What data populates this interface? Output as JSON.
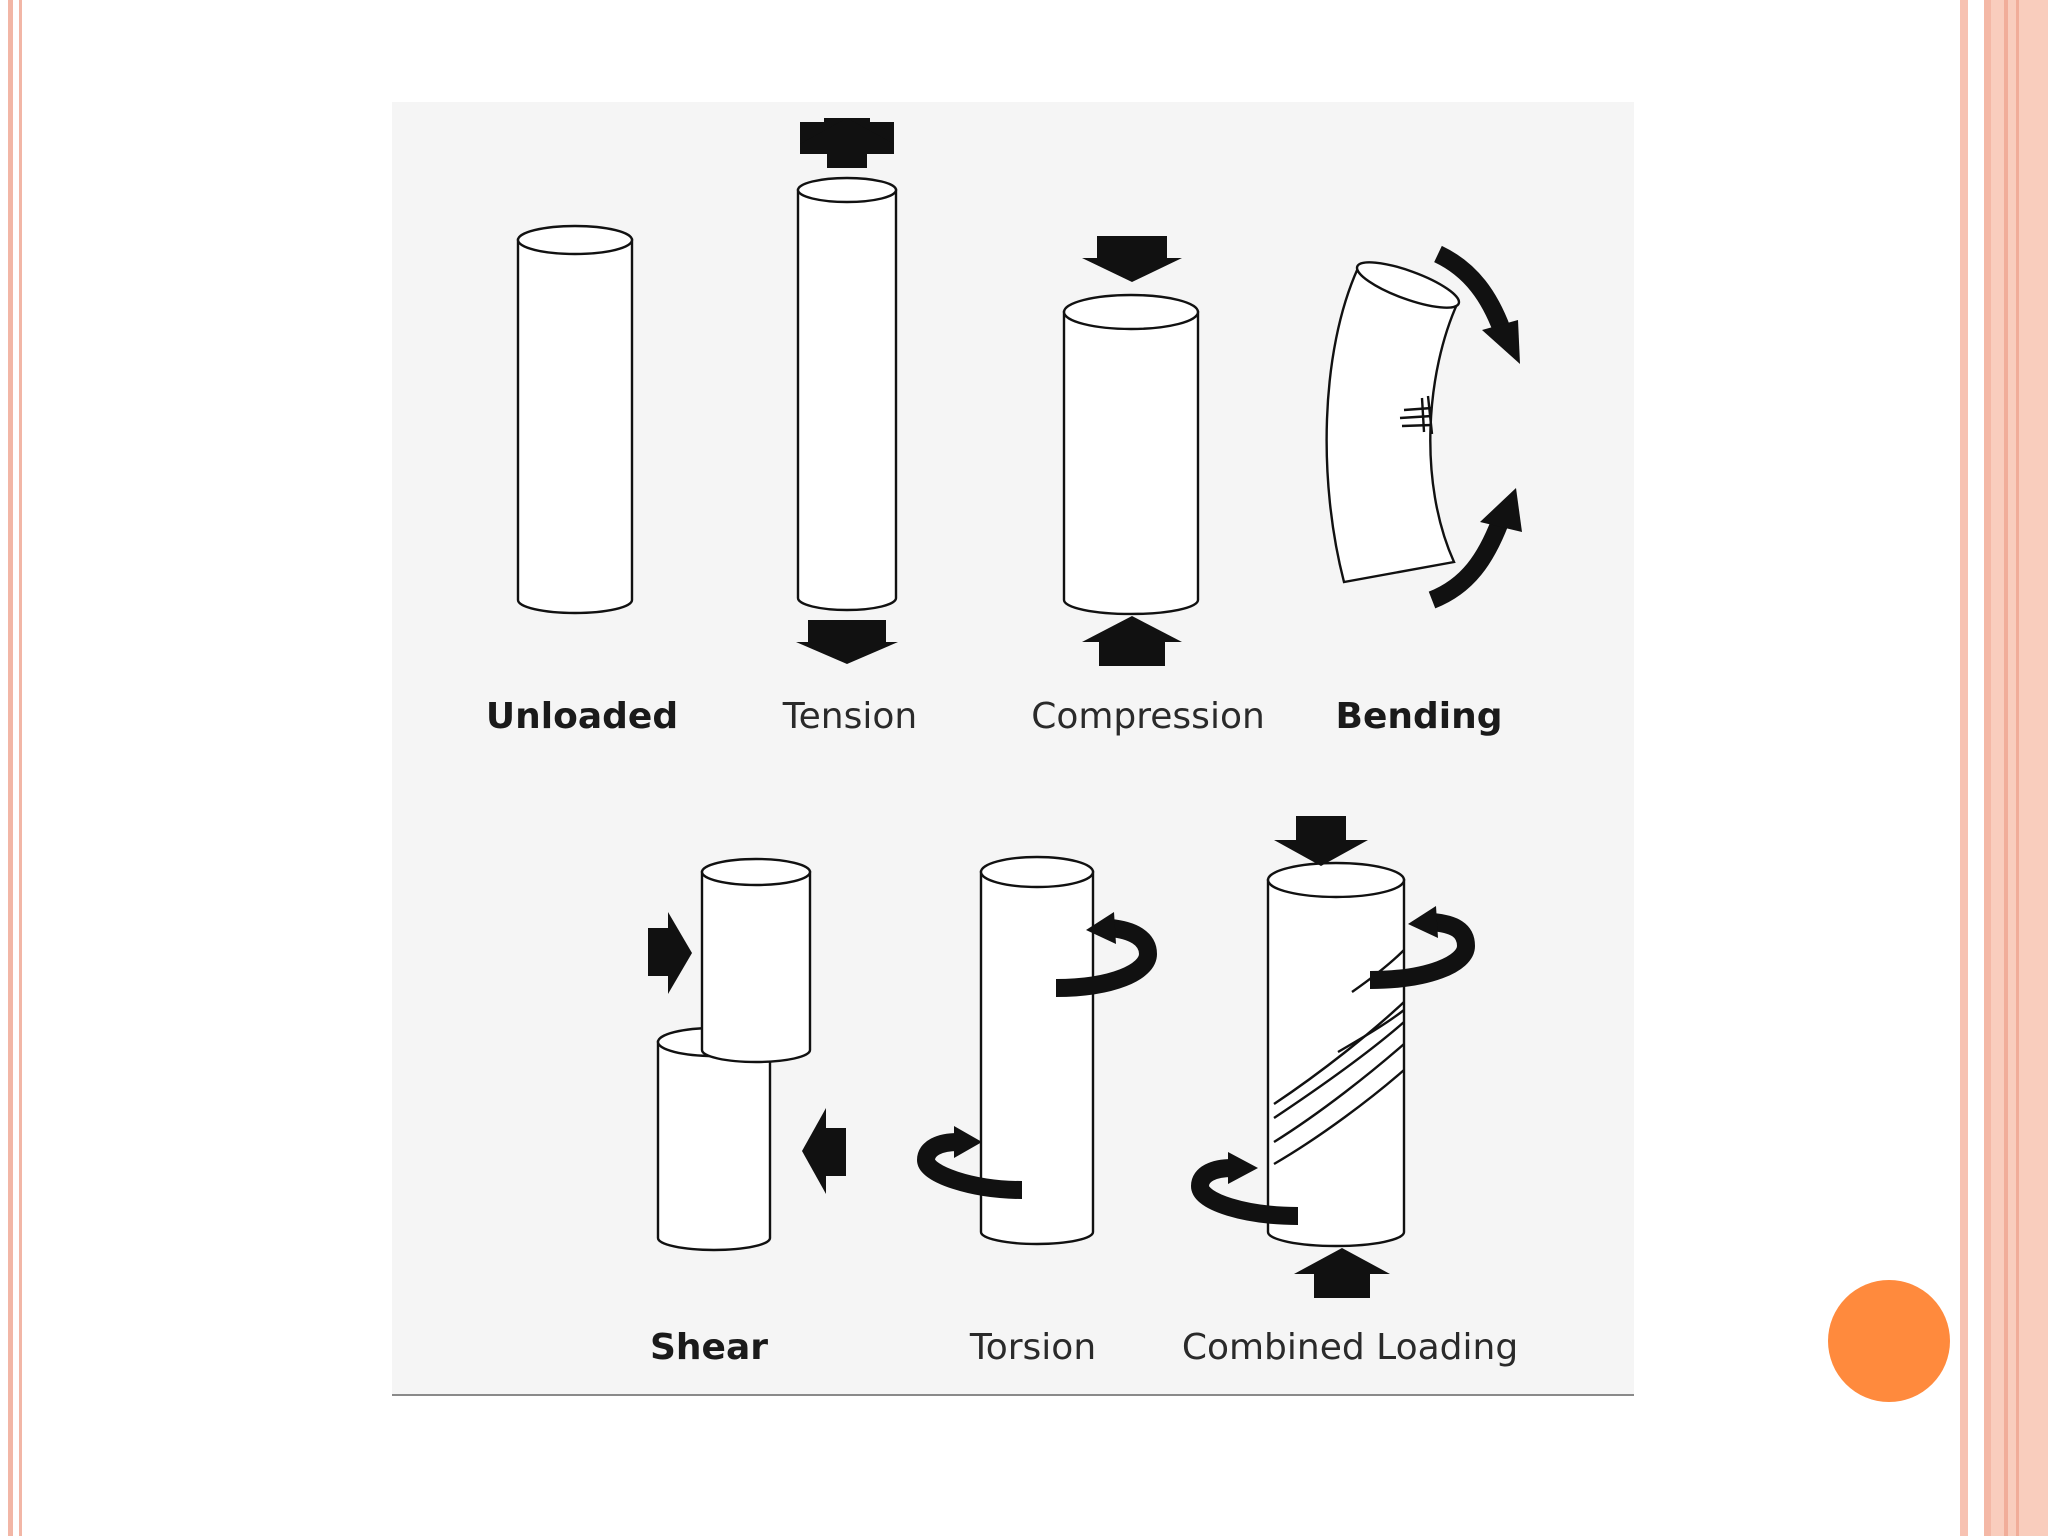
{
  "figure": {
    "labels": {
      "unloaded": "Unloaded",
      "tension": "Tension",
      "compression": "Compression",
      "bending": "Bending",
      "shear": "Shear",
      "torsion": "Torsion",
      "combined": "Combined Loading"
    }
  },
  "colors": {
    "frame_peach": "#f2b6a6",
    "frame_band": "#f7c7b6",
    "accent_orange": "#ff8a3d",
    "panel_bg": "#f5f5f5",
    "ink": "#111111"
  }
}
